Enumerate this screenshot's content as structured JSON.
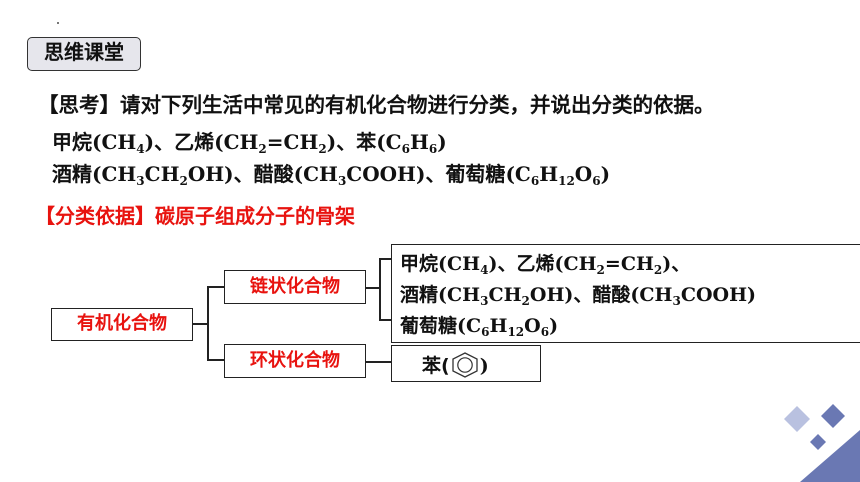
{
  "header": {
    "tag_label": "思维课堂"
  },
  "question": {
    "prefix": "【思考】",
    "text": "请对下列生活中常见的有机化合物进行分类，并说出分类的依据。"
  },
  "examples": {
    "row1": [
      {
        "name": "甲烷",
        "formula": [
          "CH",
          {
            "sub": "4"
          }
        ]
      },
      {
        "name": "乙烯",
        "formula": [
          "CH",
          {
            "sub": "2"
          },
          "=CH",
          {
            "sub": "2"
          }
        ]
      },
      {
        "name": "苯",
        "formula": [
          "C",
          {
            "sub": "6"
          },
          "H",
          {
            "sub": "6"
          }
        ]
      }
    ],
    "row2": [
      {
        "name": "酒精",
        "formula": [
          "CH",
          {
            "sub": "3"
          },
          "CH",
          {
            "sub": "2"
          },
          "OH"
        ]
      },
      {
        "name": "醋酸",
        "formula": [
          "CH",
          {
            "sub": "3"
          },
          "COOH"
        ]
      },
      {
        "name": "葡萄糖",
        "formula": [
          "C",
          {
            "sub": "6"
          },
          "H",
          {
            "sub": "12"
          },
          "O",
          {
            "sub": "6"
          }
        ]
      }
    ]
  },
  "basis": {
    "label": "【分类依据】",
    "text": "碳原子组成分子的骨架"
  },
  "diagram": {
    "root": "有机化合物",
    "chain_label": "链状化合物",
    "ring_label": "环状化合物",
    "chain_members_line1": "甲烷(CH4)、乙烯(CH2=CH2)、",
    "chain_members_line2": "酒精(CH3CH2OH)、醋酸(CH3COOH)",
    "chain_members_line3": "葡萄糖(C6H12O6)",
    "ring_member_prefix": "苯(",
    "ring_member_suffix": ")",
    "ring_member_icon": "benzene-ring-icon"
  },
  "colors": {
    "accent_red": "#e8130f",
    "deco_blue": "#6a78b3",
    "deco_light": "#b9c1e0"
  }
}
